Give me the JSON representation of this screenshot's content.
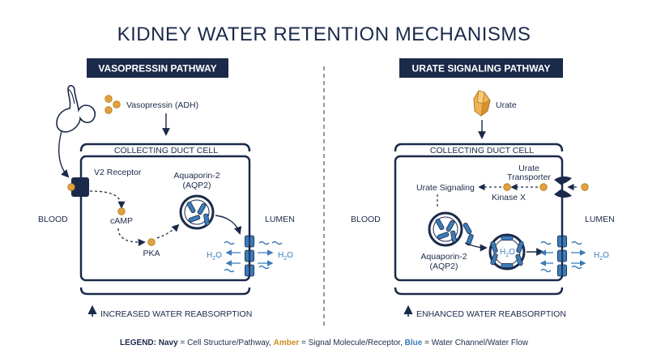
{
  "title": "KIDNEY WATER RETENTION MECHANISMS",
  "colors": {
    "navy": "#1b2a4a",
    "amber": "#e3a13e",
    "blue": "#3b7bb8"
  },
  "left_panel": {
    "header": "VASOPRESSIN PATHWAY",
    "vasopressin_label": "Vasopressin (ADH)",
    "cell_label": "COLLECTING DUCT CELL",
    "receptor_label": "V2 Receptor",
    "camp_label": "cAMP",
    "pka_label": "PKA",
    "aqp_label_1": "Aquaporin-2",
    "aqp_label_2": "(AQP2)",
    "blood_label": "BLOOD",
    "lumen_label": "LUMEN",
    "h2o": "H",
    "h2o_sub": "2",
    "h2o_tail": "O",
    "result": "INCREASED WATER REABSORPTION"
  },
  "right_panel": {
    "header": "URATE SIGNALING PATHWAY",
    "urate_label": "Urate",
    "cell_label": "COLLECTING DUCT CELL",
    "transporter_label_1": "Urate",
    "transporter_label_2": "Transporter",
    "signaling_label": "Urate Signaling",
    "kinase_label": "Kinase X",
    "aqp_label_1": "Aquaporin-2",
    "aqp_label_2": "(AQP2)",
    "blood_label": "BLOOD",
    "lumen_label": "LUMEN",
    "h2o": "H",
    "h2o_sub": "2",
    "h2o_tail": "O",
    "result": "ENHANCED WATER REABSORPTION"
  },
  "legend": {
    "prefix": "LEGEND:",
    "navy_term": "Navy",
    "navy_desc": " = Cell Structure/Pathway, ",
    "amber_term": "Amber",
    "amber_desc": " = Signal Molecule/Receptor, ",
    "blue_term": "Blue",
    "blue_desc": " = Water Channel/Water Flow"
  }
}
